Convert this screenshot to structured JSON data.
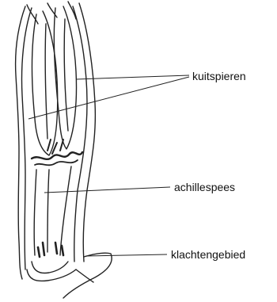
{
  "labels": {
    "calf_muscles": "kuitspieren",
    "achilles_tendon": "achillespees",
    "complaint_area": "klachtengebied"
  }
}
